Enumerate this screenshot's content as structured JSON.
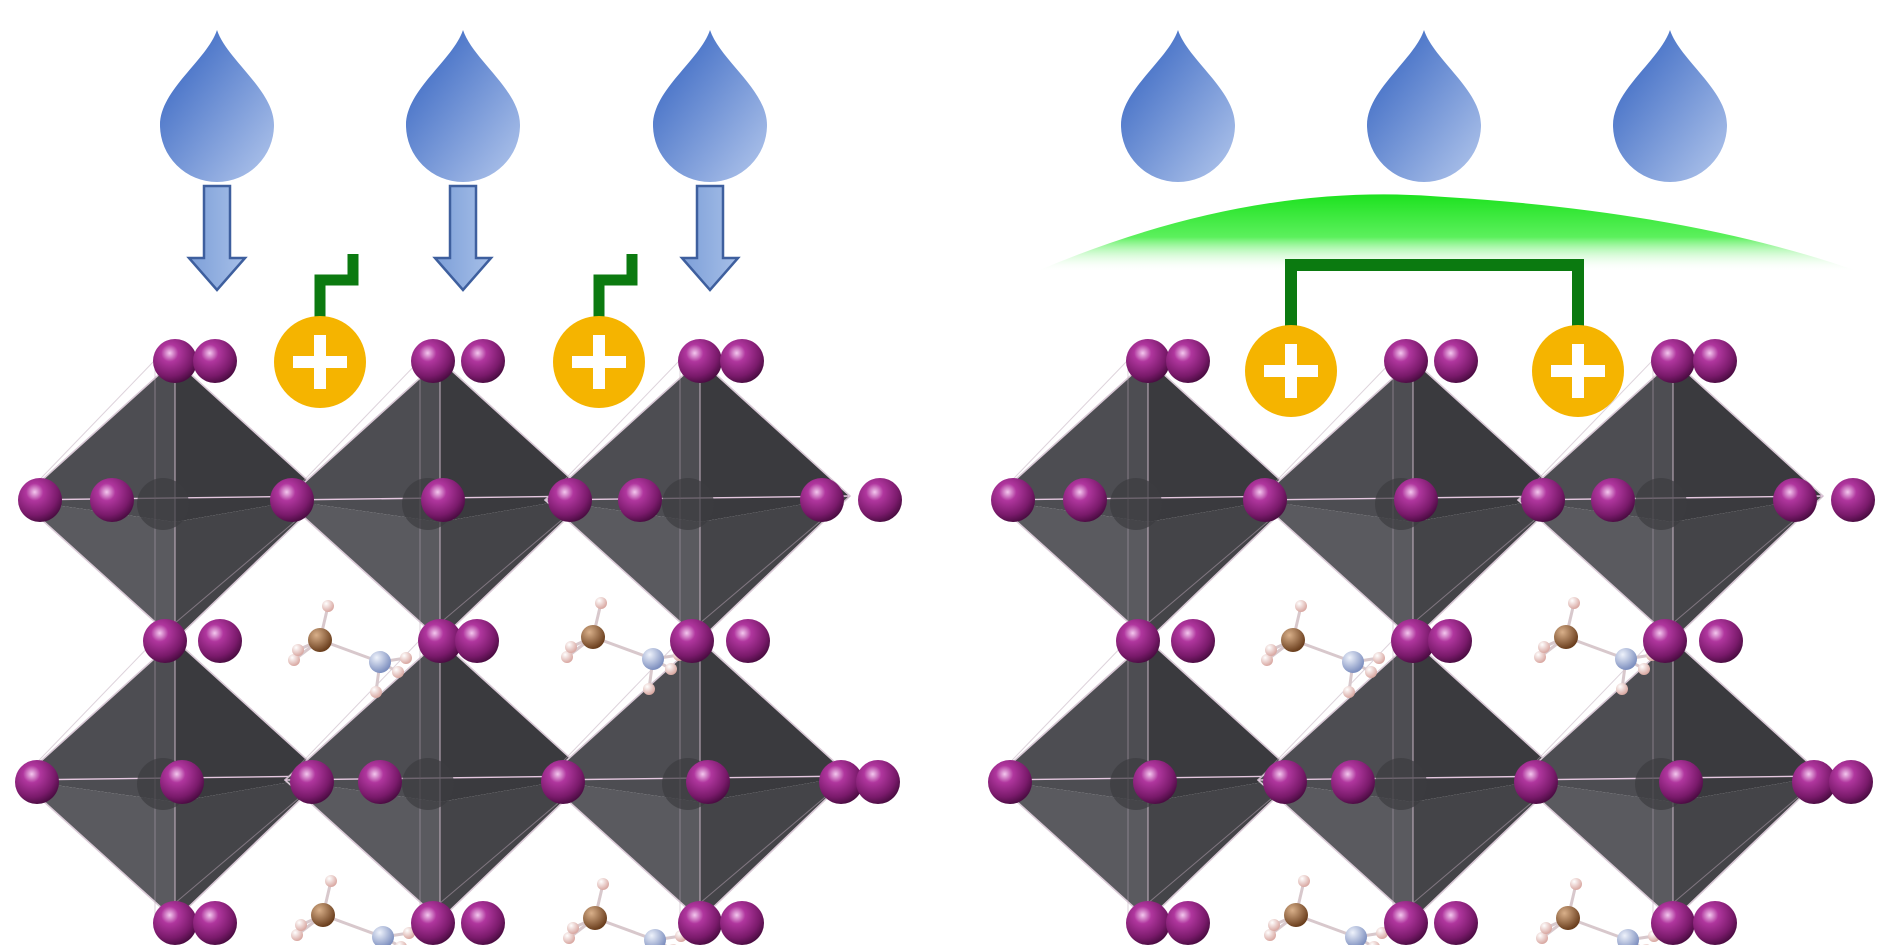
{
  "panels": [
    {
      "id": "left",
      "label": "",
      "water_arrows": true,
      "capping_layer": false,
      "linker": "monodentate"
    },
    {
      "id": "right",
      "label": "",
      "water_arrows": false,
      "capping_layer": true,
      "linker": "bidentate"
    }
  ],
  "symbols": {
    "cation": "+"
  },
  "colors": {
    "iodide": "#8a1f7a",
    "octahedron": "#4a4a4e",
    "cation": "#f5b400",
    "linker": "#0b7a10",
    "capping_layer": "#25e626",
    "water_top": "#3566c4",
    "water_bottom": "#a9bfe8",
    "arrow_fill": "#8aa9dc",
    "arrow_stroke": "#3e5f9e",
    "carbon": "#8a5a32",
    "nitrogen": "#9fb0d8",
    "hydrogen": "#f0d2cf"
  },
  "icons": [
    "water-drop-icon",
    "down-arrow-icon",
    "cation-icon",
    "linker-icon",
    "iodide-atom-icon",
    "methylammonium-icon",
    "octahedron-icon"
  ]
}
